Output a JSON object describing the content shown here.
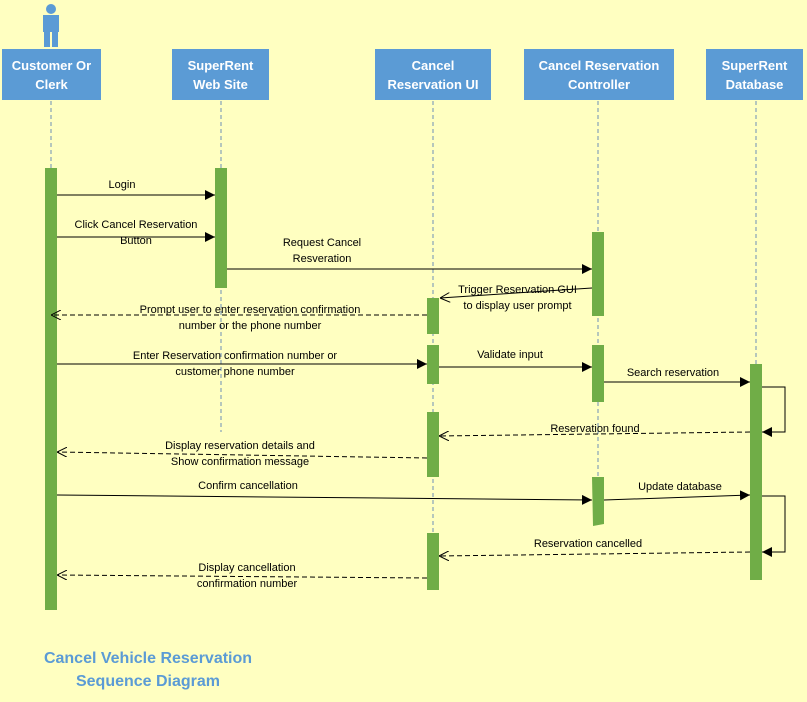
{
  "title": {
    "line1": "Cancel Vehicle Reservation",
    "line2": "Sequence Diagram"
  },
  "lifelines": [
    {
      "line1": "Customer Or",
      "line2": "Clerk"
    },
    {
      "line1": "SuperRent",
      "line2": "Web Site"
    },
    {
      "line1": "Cancel",
      "line2": "Reservation UI"
    },
    {
      "line1": "Cancel Reservation",
      "line2": "Controller"
    },
    {
      "line1": "SuperRent",
      "line2": "Database"
    }
  ],
  "messages": [
    {
      "line1": "Login",
      "line2": ""
    },
    {
      "line1": "Click Cancel Reservation",
      "line2": "Button"
    },
    {
      "line1": "Request Cancel",
      "line2": "Resveration"
    },
    {
      "line1": "Trigger Reservation GUI",
      "line2": "to display user prompt"
    },
    {
      "line1": "Prompt user to enter reservation confirmation",
      "line2": "number or the phone number"
    },
    {
      "line1": "Enter Reservation confirmation number or",
      "line2": "customer phone number"
    },
    {
      "line1": "Validate input",
      "line2": ""
    },
    {
      "line1": "Search reservation",
      "line2": ""
    },
    {
      "line1": "Reservation found",
      "line2": ""
    },
    {
      "line1": "Display reservation details and",
      "line2": "Show confirmation message"
    },
    {
      "line1": "Confirm cancellation",
      "line2": ""
    },
    {
      "line1": "Update database",
      "line2": ""
    },
    {
      "line1": "Reservation cancelled",
      "line2": ""
    },
    {
      "line1": "Display cancellation",
      "line2": "confirmation number"
    }
  ],
  "colors": {
    "background": "#FFFFC1",
    "header": "#5B9BD5",
    "activation": "#70AD47"
  }
}
